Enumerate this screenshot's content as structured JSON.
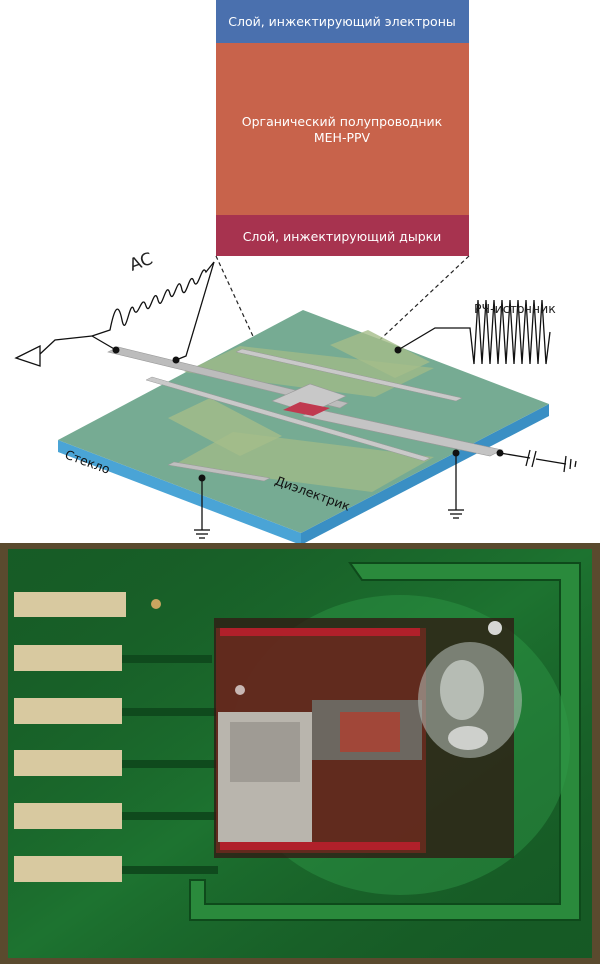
{
  "diagram": {
    "stack": {
      "top_layer": "Слой, инжектирующий электроны",
      "middle_layer_line1": "Органический полупроводник",
      "middle_layer_line2": "MEH-PPV",
      "bottom_layer": "Слой, инжектирующий дырки"
    },
    "labels": {
      "ac": "AC",
      "rf_source": "РЧ-источник",
      "glass": "Стекло",
      "dielectric": "Диэлектрик"
    },
    "colors": {
      "electron_layer": "#4a70ae",
      "semiconductor": "#c8634b",
      "hole_layer": "#a7334f",
      "substrate_top": "#6fa98d",
      "substrate_edge": "#4aa4d6",
      "electrode": "#c7c7c7",
      "pcb_green": "#1f7d33"
    }
  },
  "photo": {
    "description_icon": "device-photo"
  }
}
